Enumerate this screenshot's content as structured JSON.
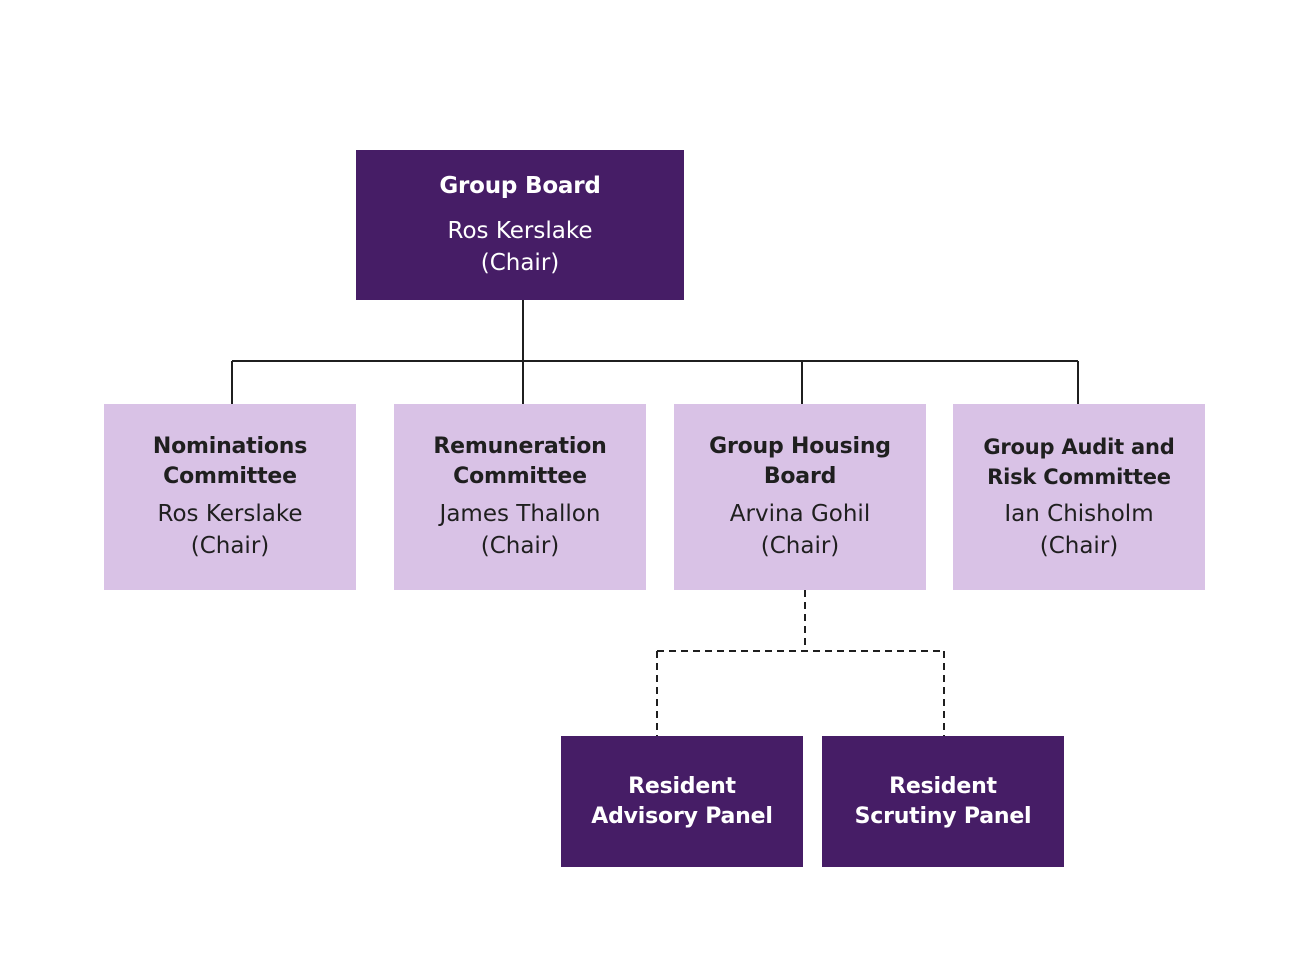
{
  "group_board": {
    "title": "Group Board",
    "chair": "Ros Kerslake",
    "role": "(Chair)"
  },
  "committees": [
    {
      "title_line1": "Nominations",
      "title_line2": "Committee",
      "chair": "Ros Kerslake",
      "role": "(Chair)"
    },
    {
      "title_line1": "Remuneration",
      "title_line2": "Committee",
      "chair": "James Thallon",
      "role": "(Chair)"
    },
    {
      "title_line1": "Group Housing",
      "title_line2": "Board",
      "chair": "Arvina Gohil",
      "role": "(Chair)"
    },
    {
      "title_line1": "Group Audit and",
      "title_line2": "Risk Committee",
      "chair": "Ian Chisholm",
      "role": "(Chair)"
    }
  ],
  "panels": [
    {
      "title_line1": "Resident",
      "title_line2": "Advisory Panel"
    },
    {
      "title_line1": "Resident",
      "title_line2": "Scrutiny Panel"
    }
  ],
  "colors": {
    "dark_purple": "#461d66",
    "light_purple": "#d9c2e6",
    "connector": "#1f1f1f"
  }
}
